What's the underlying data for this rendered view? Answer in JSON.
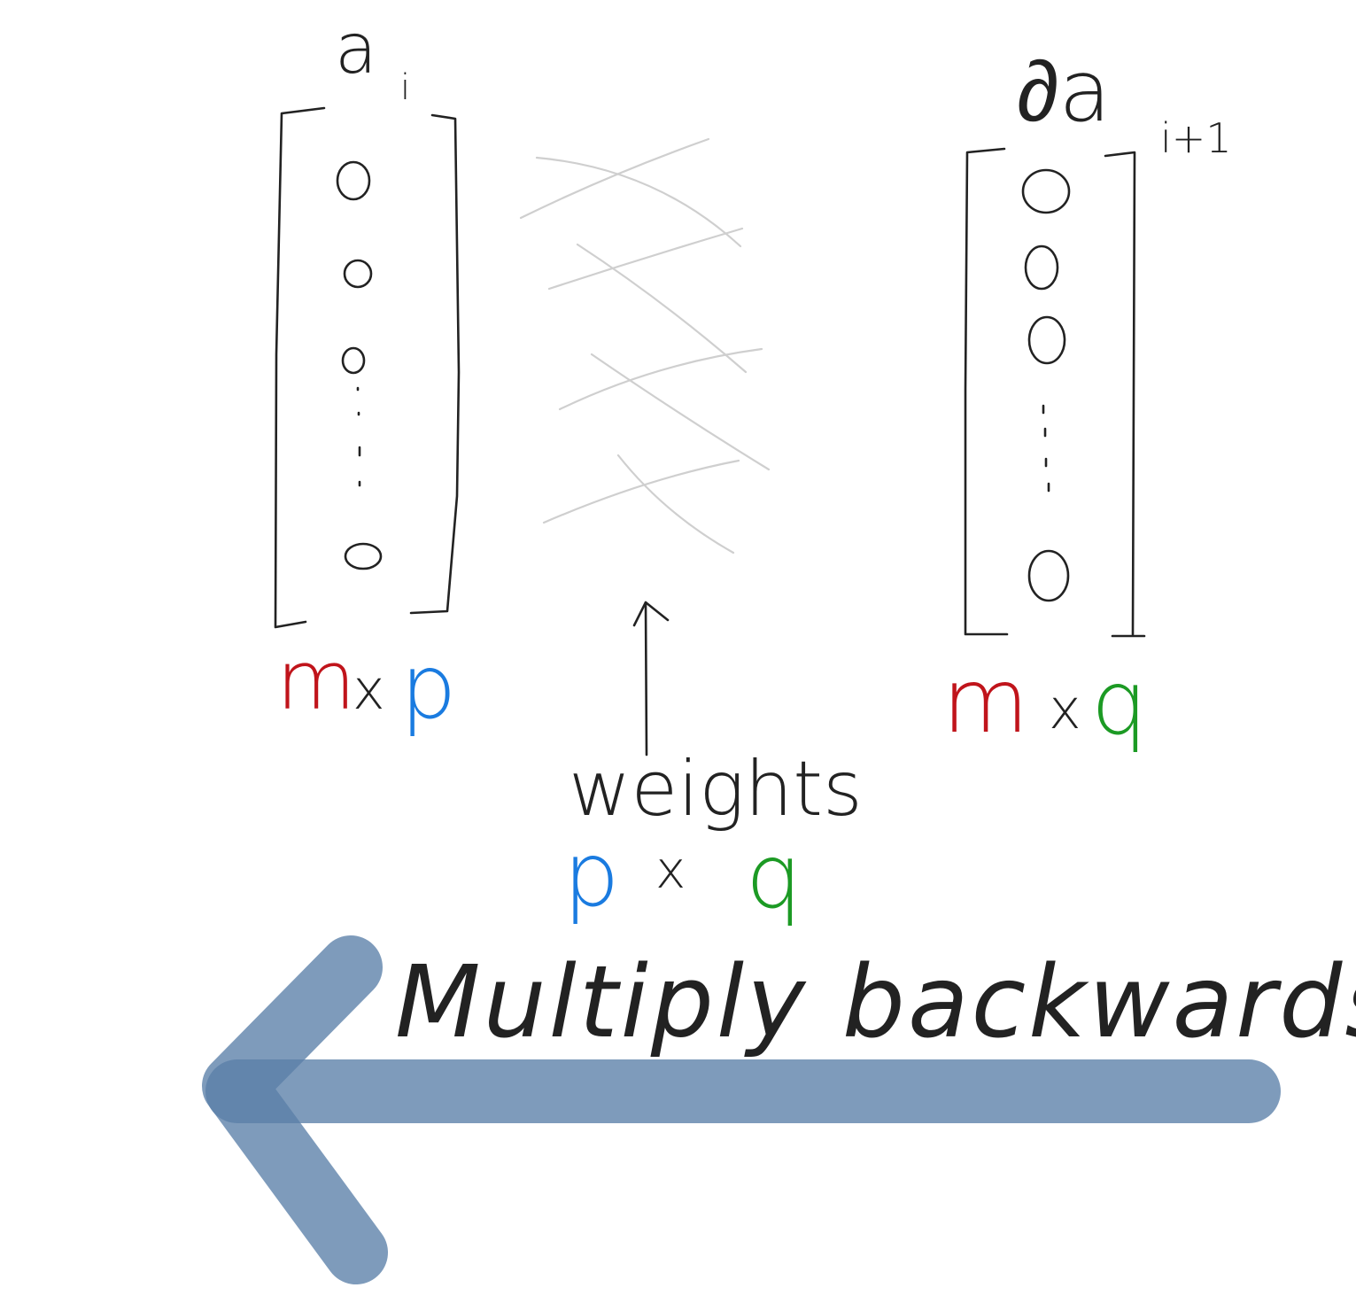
{
  "colors": {
    "ink": "#222222",
    "m": "#c0141b",
    "p": "#1a7be0",
    "q": "#1c9a24",
    "weights_lines": "#cfcfcf",
    "arrow": "#5a7fa8",
    "arrow_dark": "#1e3559"
  },
  "left_vector": {
    "label_main": "a",
    "label_sub": "i",
    "entries": [
      "o",
      "o",
      "o",
      "o"
    ],
    "dim_m": "m",
    "dim_x": "x",
    "dim_p": "p"
  },
  "right_vector": {
    "label_main": "∂a",
    "label_sub": "i+1",
    "entries": [
      "O",
      "O",
      "O",
      "O"
    ],
    "dim_m": "m",
    "dim_x": "x",
    "dim_q": "q"
  },
  "weights": {
    "label": "weights",
    "dim_p": "p",
    "dim_x": "x",
    "dim_q": "q"
  },
  "arrow_label": "Multiply backwards"
}
